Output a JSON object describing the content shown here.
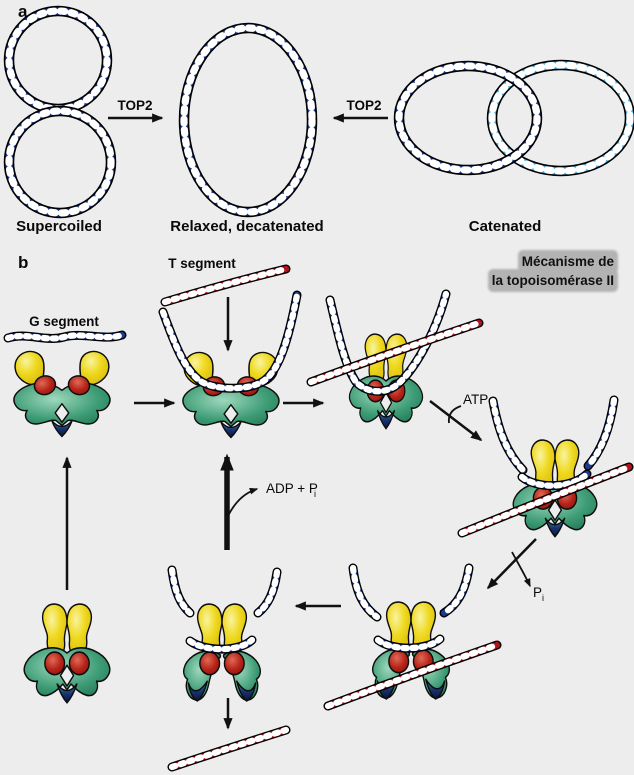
{
  "panel_a": {
    "label": "a",
    "supercoiled": "Supercoiled",
    "top2_left": "TOP2",
    "relaxed": "Relaxed, decatenated",
    "top2_right": "TOP2",
    "catenated": "Catenated"
  },
  "panel_b": {
    "label": "b",
    "g_segment": "G segment",
    "t_segment": "T segment",
    "atp": "ATP",
    "adp": "ADP + P",
    "adp_sub": "i",
    "pi": "P",
    "pi_sub": "i",
    "title_line1": "Mécanisme de",
    "title_line2": "la topoisomérase II"
  },
  "colors": {
    "background": "#ededed",
    "dna_dark_blue": "#1d3a8e",
    "dna_light_blue": "#49acdc",
    "dna_red": "#b5121f",
    "protein_yellow": "#efd91f",
    "protein_red": "#b52318",
    "protein_green": "#3d9c75",
    "protein_navy": "#173070",
    "title_highlight": "#b3b3b3",
    "arrow": "#111111"
  }
}
